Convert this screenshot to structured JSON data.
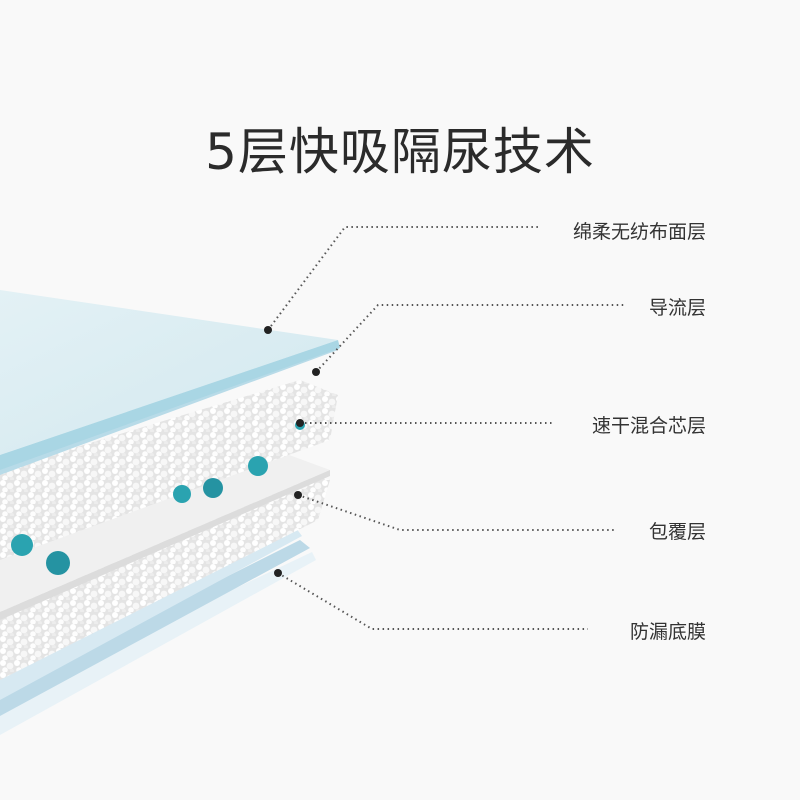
{
  "title": "5层快吸隔尿技术",
  "layers": [
    {
      "label": "绵柔无纺布面层"
    },
    {
      "label": "导流层"
    },
    {
      "label": "速干混合芯层"
    },
    {
      "label": "包覆层"
    },
    {
      "label": "防漏底膜"
    }
  ],
  "colors": {
    "background": "#f9f9f9",
    "top_sheet": "#dcedf3",
    "top_sheet_edge": "#a9d6e4",
    "core": "#e9e9e9",
    "beads": "#2aa3b0",
    "bottom_film": "#cfe3ee",
    "leader_line": "#555555"
  }
}
